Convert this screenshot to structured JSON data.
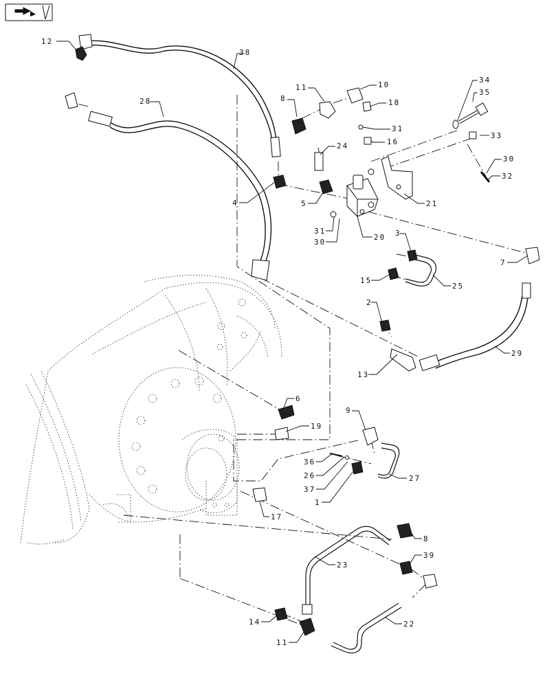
{
  "nav": {
    "icon": "nav-arrow-icon"
  },
  "callouts": [
    {
      "id": "c1",
      "label": "1"
    },
    {
      "id": "c2",
      "label": "2"
    },
    {
      "id": "c3",
      "label": "3"
    },
    {
      "id": "c4",
      "label": "4"
    },
    {
      "id": "c5",
      "label": "5"
    },
    {
      "id": "c6",
      "label": "6"
    },
    {
      "id": "c7",
      "label": "7"
    },
    {
      "id": "c8a",
      "label": "8"
    },
    {
      "id": "c8b",
      "label": "8"
    },
    {
      "id": "c9",
      "label": "9"
    },
    {
      "id": "c10",
      "label": "10"
    },
    {
      "id": "c11a",
      "label": "11"
    },
    {
      "id": "c11b",
      "label": "11"
    },
    {
      "id": "c12",
      "label": "12"
    },
    {
      "id": "c13",
      "label": "13"
    },
    {
      "id": "c14",
      "label": "14"
    },
    {
      "id": "c15",
      "label": "15"
    },
    {
      "id": "c16",
      "label": "16"
    },
    {
      "id": "c17",
      "label": "17"
    },
    {
      "id": "c18",
      "label": "18"
    },
    {
      "id": "c19",
      "label": "19"
    },
    {
      "id": "c20",
      "label": "20"
    },
    {
      "id": "c21",
      "label": "21"
    },
    {
      "id": "c22",
      "label": "22"
    },
    {
      "id": "c23",
      "label": "23"
    },
    {
      "id": "c24",
      "label": "24"
    },
    {
      "id": "c25",
      "label": "25"
    },
    {
      "id": "c26",
      "label": "26"
    },
    {
      "id": "c27",
      "label": "27"
    },
    {
      "id": "c28",
      "label": "28"
    },
    {
      "id": "c29",
      "label": "29"
    },
    {
      "id": "c30a",
      "label": "30"
    },
    {
      "id": "c30b",
      "label": "30"
    },
    {
      "id": "c31a",
      "label": "31"
    },
    {
      "id": "c31b",
      "label": "31"
    },
    {
      "id": "c32",
      "label": "32"
    },
    {
      "id": "c33",
      "label": "33"
    },
    {
      "id": "c34",
      "label": "34"
    },
    {
      "id": "c35",
      "label": "35"
    },
    {
      "id": "c36",
      "label": "36"
    },
    {
      "id": "c37",
      "label": "37"
    },
    {
      "id": "c38",
      "label": "38"
    },
    {
      "id": "c39",
      "label": "39"
    }
  ]
}
